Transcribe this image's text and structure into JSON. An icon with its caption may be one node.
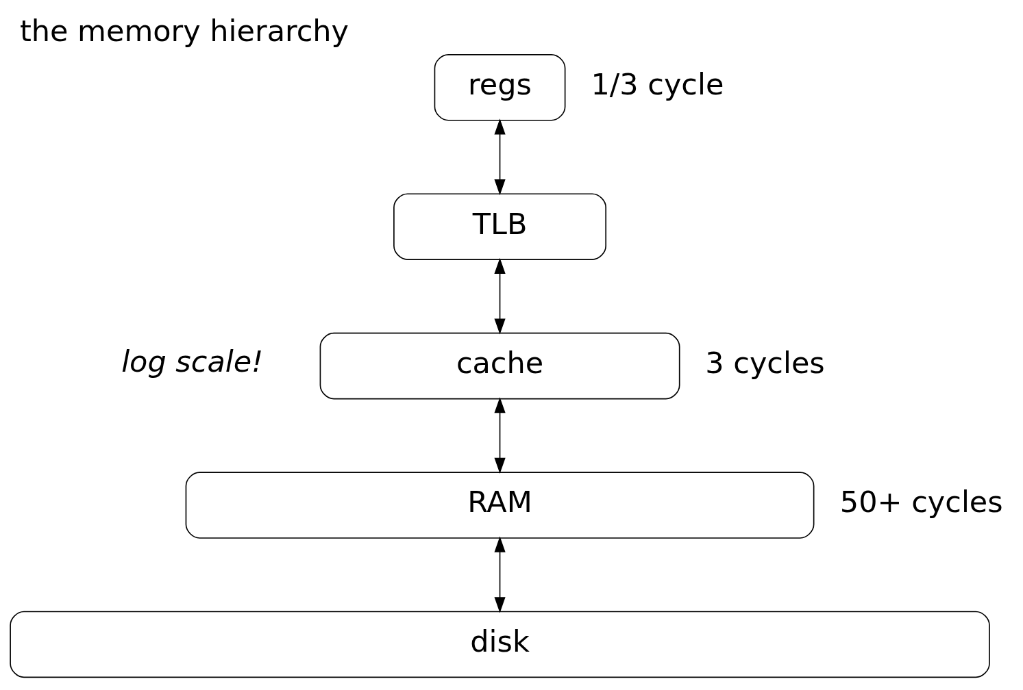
{
  "diagram": {
    "title": "the memory hierarchy",
    "nodes": [
      {
        "text": [
          "regs"
        ],
        "beside": [
          "1/3 cycle"
        ]
      },
      {
        "text": [
          "TLB"
        ]
      },
      {
        "text": [
          "cache"
        ],
        "beside": [
          "3 cycles"
        ]
      },
      {
        "text": [
          "RAM"
        ],
        "beside": [
          "50+ cycles"
        ]
      },
      {
        "text": [
          "disk"
        ]
      }
    ],
    "edges": [
      {
        "from": 0,
        "to": 1,
        "arrow": "both"
      },
      {
        "from": 1,
        "to": 2,
        "arrow": "both"
      },
      {
        "from": 2,
        "to": 3,
        "arrow": "both"
      },
      {
        "from": 3,
        "to": 4,
        "arrow": "both"
      }
    ],
    "labels": [
      "log scale!"
    ]
  }
}
